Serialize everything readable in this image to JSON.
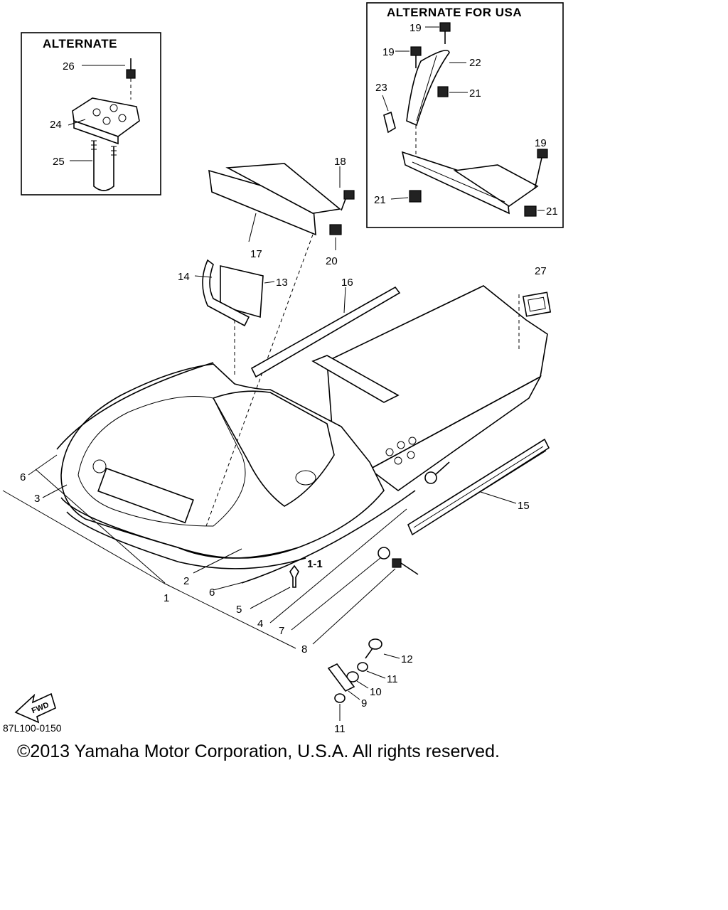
{
  "boxes": {
    "alternate_title": "ALTERNATE",
    "alternate_usa_title": "ALTERNATE FOR USA"
  },
  "callouts": {
    "c1": "1",
    "c1_1": "1-1",
    "c2": "2",
    "c3": "3",
    "c4": "4",
    "c5": "5",
    "c6a": "6",
    "c6b": "6",
    "c7": "7",
    "c8": "8",
    "c9": "9",
    "c10": "10",
    "c11a": "11",
    "c11b": "11",
    "c12": "12",
    "c13": "13",
    "c14": "14",
    "c15": "15",
    "c16": "16",
    "c17": "17",
    "c18": "18",
    "c19a": "19",
    "c19b": "19",
    "c19c": "19",
    "c20": "20",
    "c21a": "21",
    "c21b": "21",
    "c21c": "21",
    "c22": "22",
    "c23": "23",
    "c24": "24",
    "c25": "25",
    "c26": "26",
    "c27": "27"
  },
  "fwd_label": "FWD",
  "drawing_code": "87L100-0150",
  "copyright": "©2013 Yamaha Motor Corporation, U.S.A. All rights reserved."
}
